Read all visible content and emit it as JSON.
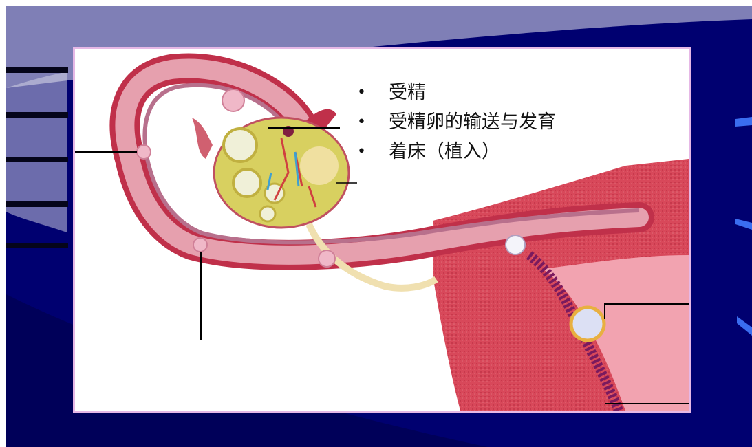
{
  "slide": {
    "background_color": "#000070",
    "frame_border_color": "#e6b8e6"
  },
  "bullets": [
    {
      "text": "受精"
    },
    {
      "text": "受精卵的输送与发育"
    },
    {
      "text": "着床（植入）"
    }
  ]
}
